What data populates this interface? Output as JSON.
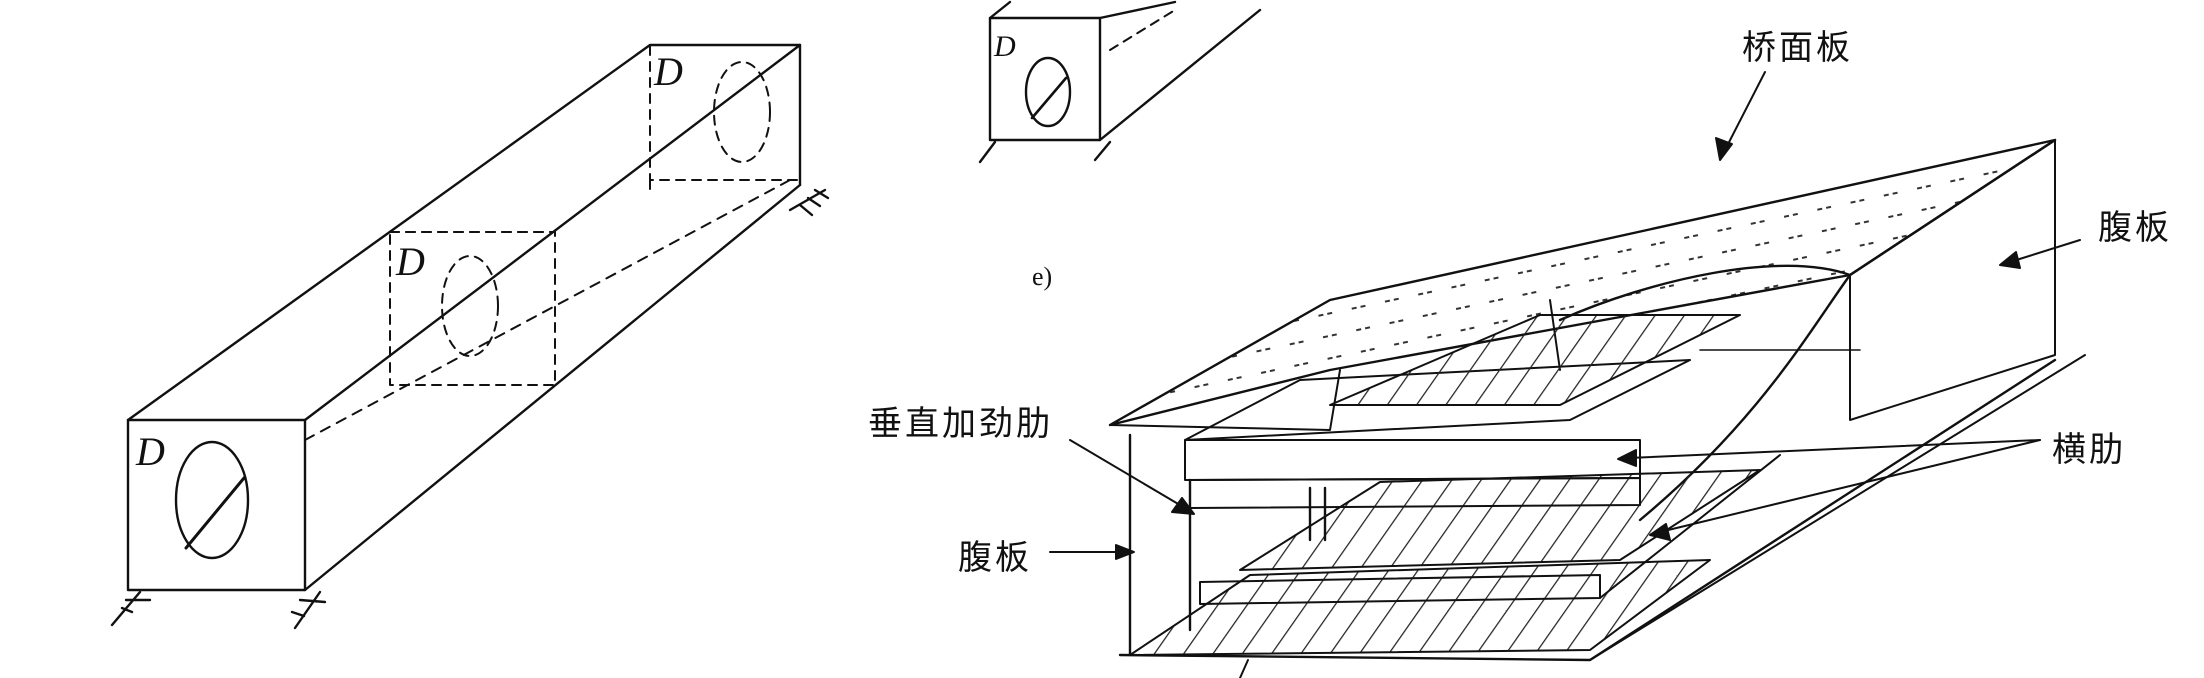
{
  "figure": {
    "ink_color": "#111111",
    "background": "#ffffff",
    "box_girder": {
      "section_marks": [
        "D",
        "D",
        "D"
      ]
    },
    "small_box": {
      "section_mark": "D"
    },
    "subfigure_label": "e)",
    "deck_labels": {
      "deck_plate": "桥面板",
      "web_plate_right": "腹板",
      "vertical_stiffener": "垂直加劲肋",
      "cross_rib": "横肋",
      "web_plate_left": "腹板"
    }
  }
}
